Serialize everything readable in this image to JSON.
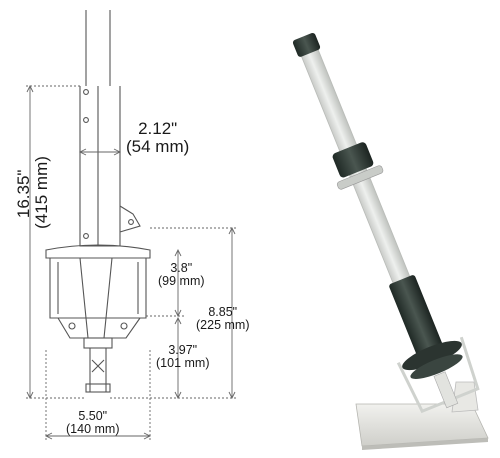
{
  "dimensions": {
    "height_total": {
      "in": "16.35\"",
      "mm": "(415 mm)"
    },
    "arm_offset": {
      "in": "2.12\"",
      "mm": "(54 mm)"
    },
    "upper_gap": {
      "in": "3.8\"",
      "mm": "(99 mm)"
    },
    "overall_low": {
      "in": "8.85\"",
      "mm": "(225 mm)"
    },
    "lower_gap": {
      "in": "3.97\"",
      "mm": "(101 mm)"
    },
    "base_width": {
      "in": "5.50\"",
      "mm": "(140 mm)"
    }
  },
  "colors": {
    "line": "#555555",
    "tube": "#d9dbd8",
    "dark_part": "#2f3a35",
    "base": "#e6e6e3"
  }
}
